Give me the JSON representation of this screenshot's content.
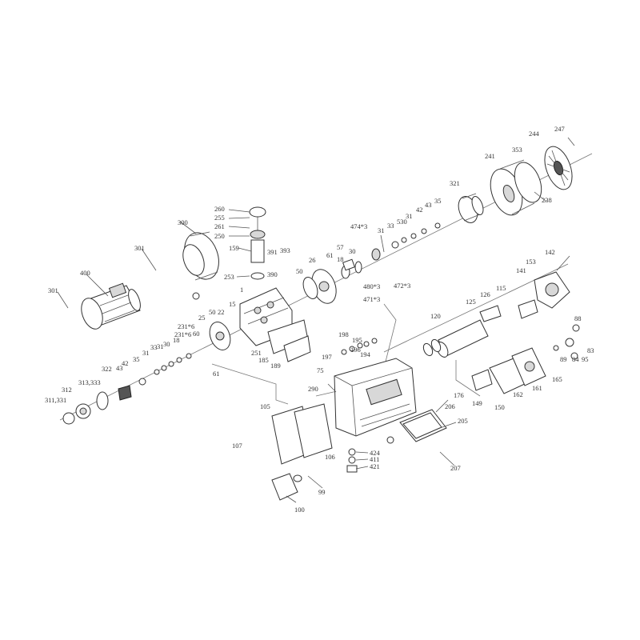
{
  "labels": {
    "l260": "260",
    "l255": "255",
    "l261": "261",
    "l250": "250",
    "l159": "159",
    "l253": "253",
    "l391": "391",
    "l393": "393",
    "l390": "390",
    "l300": "300",
    "l301a": "301",
    "l301b": "301",
    "l400": "400",
    "l1": "1",
    "l15": "15",
    "l50a": "50",
    "l22": "22",
    "l25": "25",
    "l231a": "231*6",
    "l231b": "231*6",
    "l60": "60",
    "l18a": "18",
    "l30a": "30",
    "l31a": "31",
    "l33": "33",
    "l31b": "31",
    "l35a": "35",
    "l42a": "42",
    "l43a": "43",
    "l322": "322",
    "l313": "313,333",
    "l312": "312",
    "l311": "311,331",
    "l61a": "61",
    "l251": "251",
    "l185": "185",
    "l189": "189",
    "l26": "26",
    "l50b": "50",
    "l61b": "61",
    "l18b": "18",
    "l57": "57",
    "l30b": "30",
    "l474": "474*3",
    "l472": "472*3",
    "l480": "480*3",
    "l471": "471*3",
    "l31c": "31",
    "l33b": "33",
    "l530": "530",
    "l31d": "31",
    "l42b": "42",
    "l43b": "43",
    "l35b": "35",
    "l321": "321",
    "l241": "241",
    "l244": "244",
    "l247": "247",
    "l353": "353",
    "l238": "238",
    "l142": "142",
    "l153": "153",
    "l141": "141",
    "l115": "115",
    "l126": "126",
    "l125": "125",
    "l120": "120",
    "l88": "88",
    "l83": "83",
    "l89": "89",
    "l84": "84",
    "l95": "95",
    "l165": "165",
    "l161": "161",
    "l162": "162",
    "l150": "150",
    "l149": "149",
    "l198": "198",
    "l195": "195",
    "l197": "197",
    "l196": "196",
    "l194": "194",
    "l75": "75",
    "l176": "176",
    "l206": "206",
    "l205": "205",
    "l207": "207",
    "l290": "290",
    "l105": "105",
    "l106": "106",
    "l107": "107",
    "l424": "424",
    "l411": "411",
    "l421": "421",
    "l99": "99",
    "l100": "100"
  }
}
